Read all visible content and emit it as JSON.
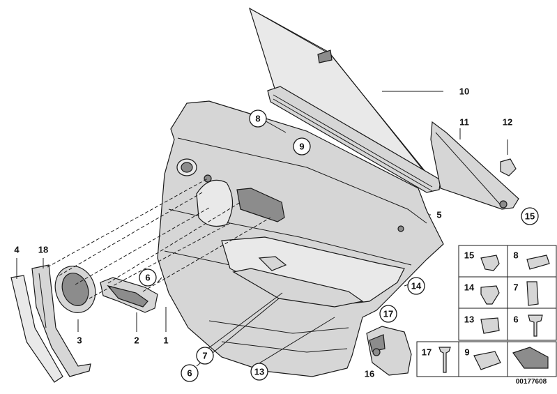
{
  "diagram": {
    "plain_labels": {
      "p1": "1",
      "p2": "2",
      "p3": "3",
      "p4": "4",
      "p5": "5",
      "p10": "10",
      "p11": "11",
      "p12": "12",
      "p16": "16",
      "p18": "18"
    },
    "circled_labels": {
      "c6a": "6",
      "c6b": "6",
      "c7": "7",
      "c8": "8",
      "c9": "9",
      "c13": "13",
      "c14": "14",
      "c15": "15",
      "c17": "17"
    },
    "legend_labels": {
      "l15": "15",
      "l8": "8",
      "l14": "14",
      "l7": "7",
      "l13": "13",
      "l6": "6",
      "l17": "17",
      "l9": "9"
    },
    "reference_number": "00177608"
  }
}
